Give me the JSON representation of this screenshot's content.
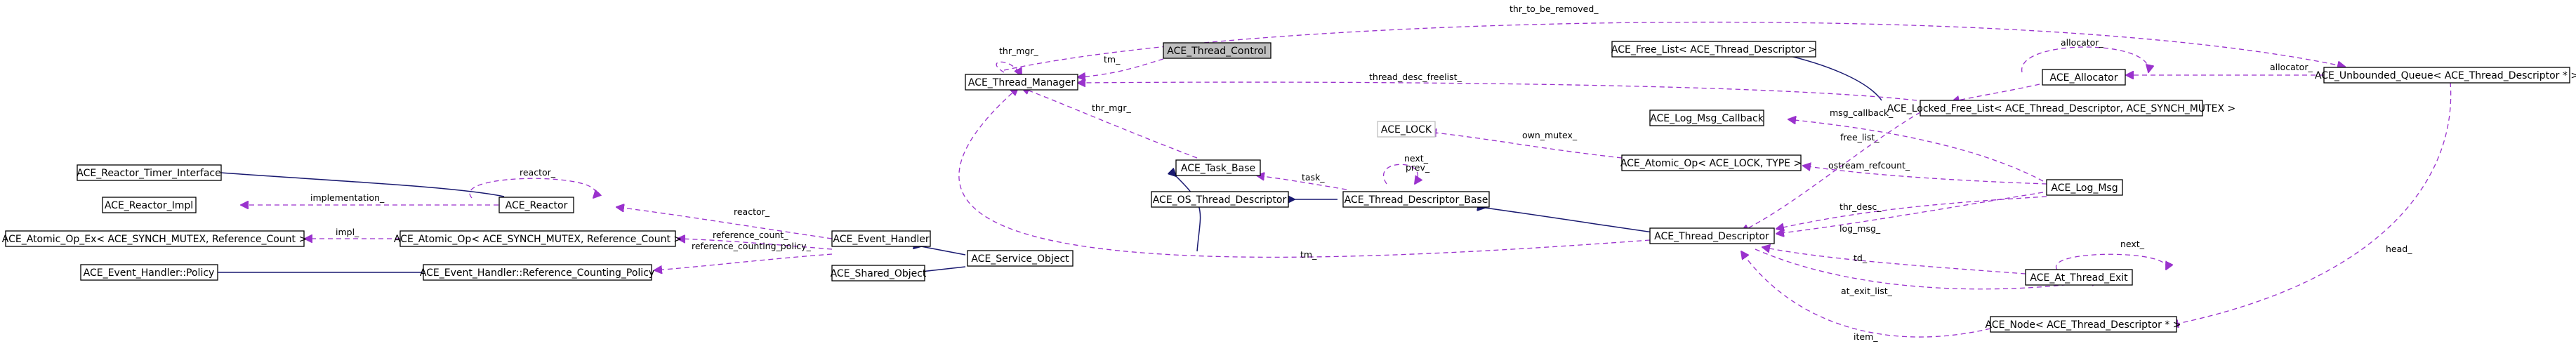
{
  "graph": {
    "nodes": {
      "thread_control": "ACE_Thread_Control",
      "thread_manager": "ACE_Thread_Manager",
      "free_list": "ACE_Free_List< ACE_Thread_Descriptor >",
      "allocator": "ACE_Allocator",
      "unbounded_queue": "ACE_Unbounded_Queue< ACE_Thread_Descriptor * >",
      "lock": "ACE_LOCK",
      "log_msg_callback": "ACE_Log_Msg_Callback",
      "locked_free_list": "ACE_Locked_Free_List< ACE_Thread_Descriptor, ACE_SYNCH_MUTEX >",
      "atomic_op_lock": "ACE_Atomic_Op< ACE_LOCK, TYPE >",
      "task_base": "ACE_Task_Base",
      "reactor_timer_interface": "ACE_Reactor_Timer_Interface",
      "reactor_impl": "ACE_Reactor_Impl",
      "reactor": "ACE_Reactor",
      "log_msg": "ACE_Log_Msg",
      "os_thread_descriptor": "ACE_OS_Thread_Descriptor",
      "thread_descriptor_base": "ACE_Thread_Descriptor_Base",
      "atomic_op_ex": "ACE_Atomic_Op_Ex< ACE_SYNCH_MUTEX, Reference_Count >",
      "atomic_op_mutex": "ACE_Atomic_Op< ACE_SYNCH_MUTEX, Reference_Count >",
      "event_handler": "ACE_Event_Handler",
      "service_object": "ACE_Service_Object",
      "thread_descriptor": "ACE_Thread_Descriptor",
      "event_handler_policy": "ACE_Event_Handler::Policy",
      "reference_counting_policy": "ACE_Event_Handler::Reference_Counting_Policy",
      "shared_object": "ACE_Shared_Object",
      "at_thread_exit": "ACE_At_Thread_Exit",
      "node": "ACE_Node< ACE_Thread_Descriptor * >"
    },
    "edge_labels": {
      "thr_to_be_removed": "thr_to_be_removed_",
      "thr_mgr_self": "thr_mgr_",
      "tm_control": "tm_",
      "thread_desc_freelist": "thread_desc_freelist_",
      "allocator_self": "allocator_",
      "allocator_queue": "allocator_",
      "own_mutex": "own_mutex_",
      "msg_callback": "msg_callback_",
      "free_list": "free_list_",
      "thr_mgr_task": "thr_mgr_",
      "next_prev": "next_\nprev_",
      "task": "task_",
      "reactor_self": "reactor_",
      "implementation": "implementation_",
      "ostream_refcount": "ostream_refcount_",
      "reactor": "reactor_",
      "thr_desc": "thr_desc_",
      "impl": "impl_",
      "reference_count": "reference_count_",
      "log_msg": "log_msg_",
      "reference_counting_policy": "reference_counting_policy_",
      "tm_descriptor": "tm_",
      "next_exit": "next_",
      "td": "td_",
      "head": "head_",
      "at_exit_list": "at_exit_list_",
      "item": "item_"
    }
  }
}
